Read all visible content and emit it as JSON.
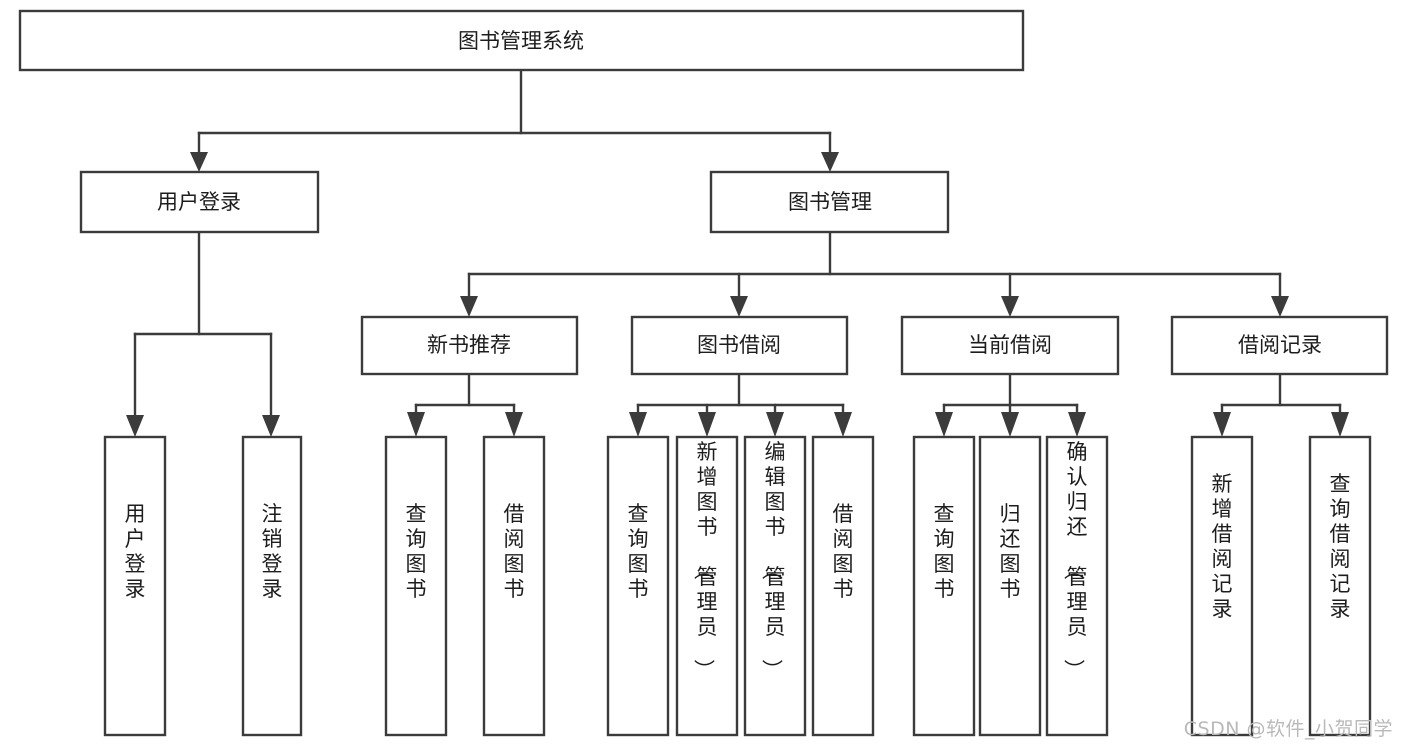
{
  "diagram": {
    "title": "图书管理系统",
    "type": "tree",
    "watermark": "CSDN @软件_小贺同学",
    "levels": {
      "root": {
        "label": "图书管理系统"
      },
      "level2": [
        {
          "id": "user-login",
          "label": "用户登录"
        },
        {
          "id": "book-manage",
          "label": "图书管理"
        }
      ],
      "level3": [
        {
          "id": "new-book-recommend",
          "label": "新书推荐",
          "parent": "book-manage"
        },
        {
          "id": "book-borrow",
          "label": "图书借阅",
          "parent": "book-manage"
        },
        {
          "id": "current-borrow",
          "label": "当前借阅",
          "parent": "book-manage"
        },
        {
          "id": "borrow-record",
          "label": "借阅记录",
          "parent": "book-manage"
        }
      ],
      "leaves": [
        {
          "id": "leaf-user-login",
          "label": "用户登录",
          "parent": "user-login"
        },
        {
          "id": "leaf-user-logout",
          "label": "注销登录",
          "parent": "user-login"
        },
        {
          "id": "leaf-query-book-1",
          "label": "查询图书",
          "parent": "new-book-recommend"
        },
        {
          "id": "leaf-borrow-book-1",
          "label": "借阅图书",
          "parent": "new-book-recommend"
        },
        {
          "id": "leaf-query-book-2",
          "label": "查询图书",
          "parent": "book-borrow"
        },
        {
          "id": "leaf-add-book",
          "label": "新增图书（管理员）",
          "parent": "book-borrow"
        },
        {
          "id": "leaf-edit-book",
          "label": "编辑图书（管理员）",
          "parent": "book-borrow"
        },
        {
          "id": "leaf-borrow-book-2",
          "label": "借阅图书",
          "parent": "book-borrow"
        },
        {
          "id": "leaf-query-book-3",
          "label": "查询图书",
          "parent": "current-borrow"
        },
        {
          "id": "leaf-return-book",
          "label": "归还图书",
          "parent": "current-borrow"
        },
        {
          "id": "leaf-confirm-return",
          "label": "确认归还（管理员）",
          "parent": "current-borrow"
        },
        {
          "id": "leaf-add-record",
          "label": "新增借阅记录",
          "parent": "borrow-record"
        },
        {
          "id": "leaf-query-record",
          "label": "查询借阅记录",
          "parent": "borrow-record"
        }
      ]
    },
    "colors": {
      "stroke": "#3b3b3b",
      "fill": "#ffffff",
      "text": "#1d1d1d",
      "watermark": "#b9b9b9"
    }
  }
}
